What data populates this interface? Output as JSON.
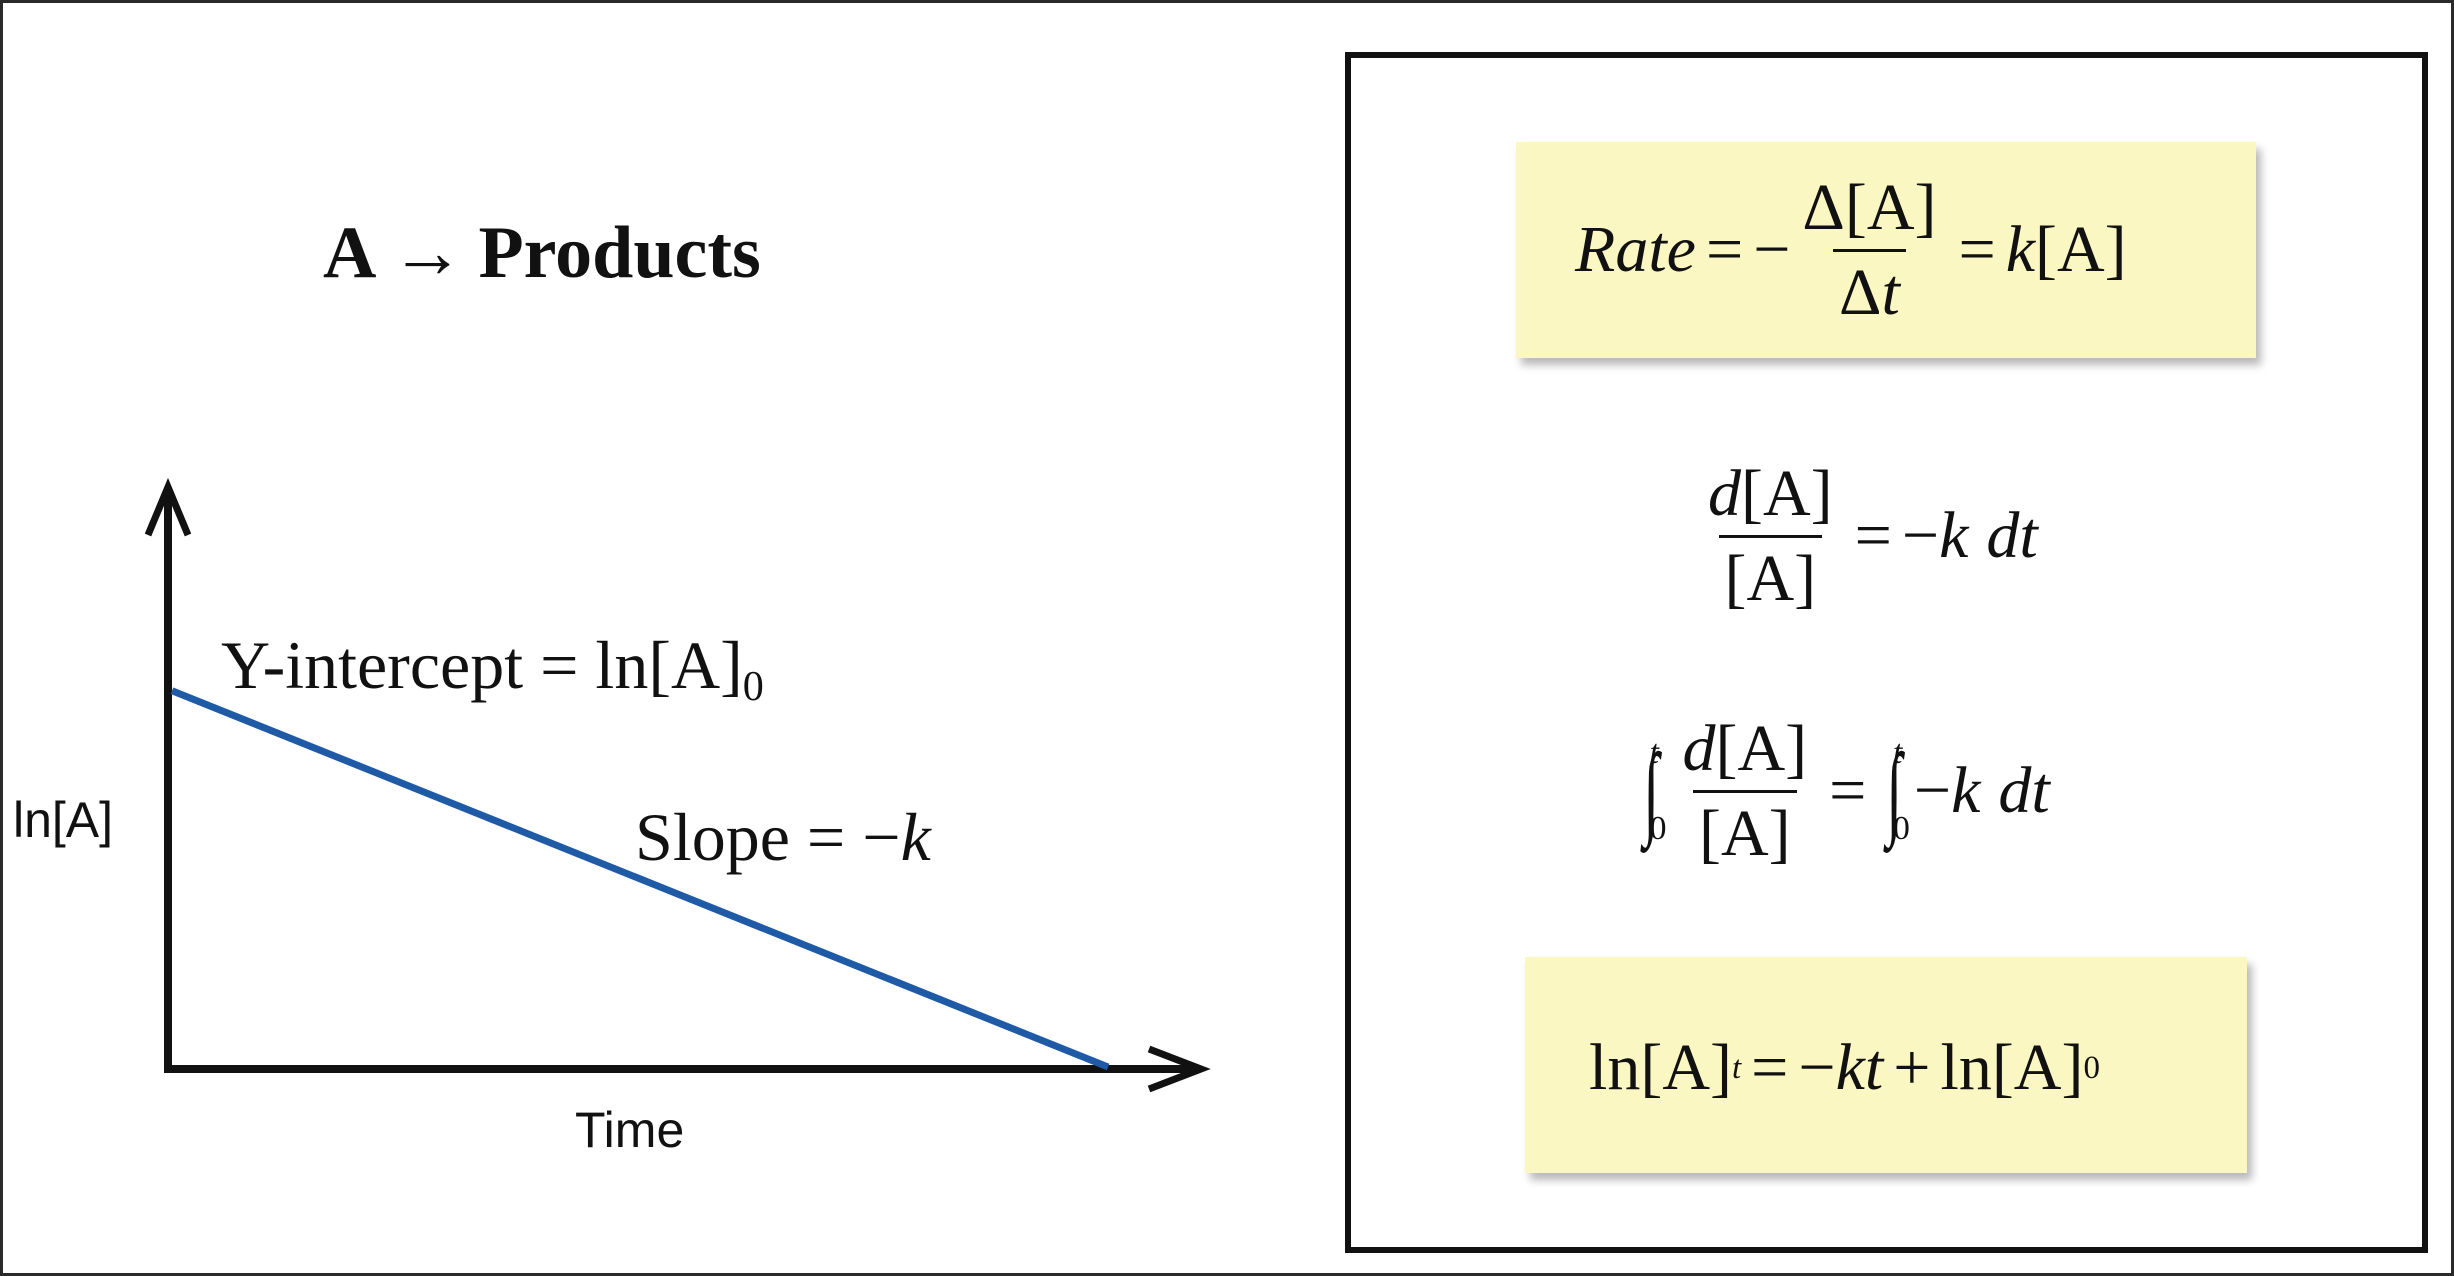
{
  "reaction": {
    "reactant": "A",
    "arrow": "→",
    "products": "Products"
  },
  "graph": {
    "y_axis_label": "ln[A]",
    "x_axis_label": "Time",
    "intercept_annotation": {
      "text": "Y-intercept = ln[A]",
      "subscript": "0"
    },
    "slope_annotation": {
      "text": "Slope = −",
      "variable": "k"
    },
    "line_color": "#1f5aa6",
    "axis_color": "#111111",
    "line": {
      "start_fraction_of_y_axis": 0.65,
      "end_fraction_of_x_axis": 0.91
    }
  },
  "equations": {
    "highlight_color": "#fbf7c2",
    "rate_law": {
      "rate": "Rate",
      "equals1": "=",
      "minus": "−",
      "numerator": "Δ[A]",
      "denominator_delta": "Δ",
      "denominator_var": "t",
      "equals2": "=",
      "k": "k",
      "conc": "[A]"
    },
    "differential": {
      "numerator_d": "d",
      "numerator_conc": "[A]",
      "denominator": "[A]",
      "equals": "=",
      "minus": "−",
      "k": "k",
      "dt": "dt"
    },
    "integral_form": {
      "integral_sign": "∫",
      "upper_limit": "t",
      "lower_limit": "0",
      "numerator_d": "d",
      "numerator_conc": "[A]",
      "denominator": "[A]",
      "equals": "=",
      "minus": "−",
      "k": "k",
      "dt": "dt"
    },
    "integrated_rate_law": {
      "lhs": "ln[A]",
      "lhs_sub": "t",
      "equals": "=",
      "minus": "−",
      "kt": "kt",
      "plus": "+",
      "rhs": "ln[A]",
      "rhs_sub": "0"
    }
  }
}
